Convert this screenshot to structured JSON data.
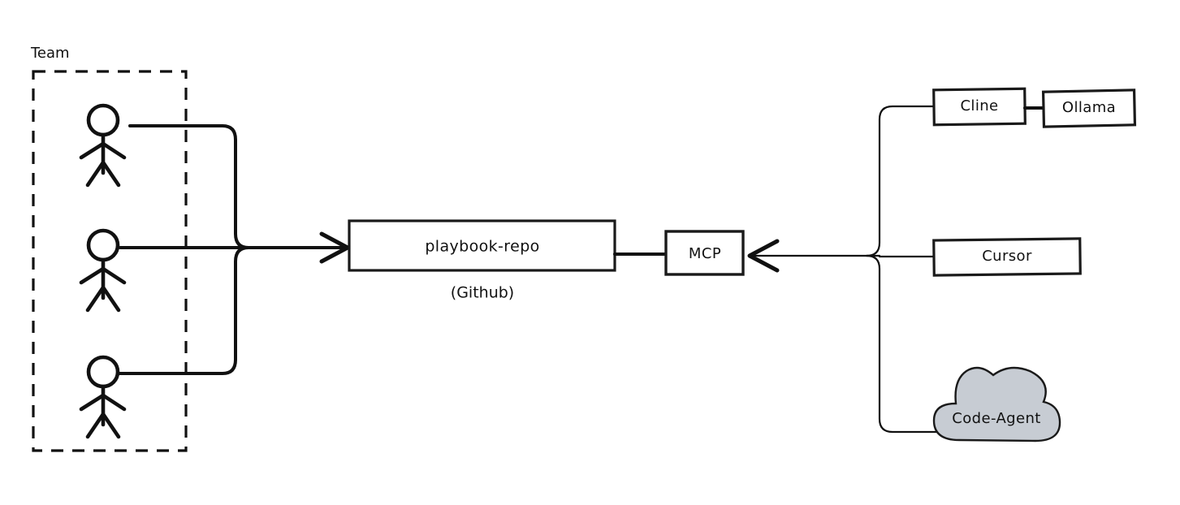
{
  "diagram": {
    "background_color": "#ffffff",
    "stroke_color": "#111111",
    "cloud_fill_color": "#c7ccd3",
    "group": {
      "label": "Team",
      "style": "dashed-rectangle",
      "members": [
        {
          "name": "team-member-1",
          "icon": "stick-figure-icon"
        },
        {
          "name": "team-member-2",
          "icon": "stick-figure-icon"
        },
        {
          "name": "team-member-3",
          "icon": "stick-figure-icon"
        }
      ]
    },
    "nodes": {
      "repo": {
        "label": "playbook-repo",
        "caption": "(Github)",
        "shape": "rectangle"
      },
      "mcp": {
        "label": "MCP",
        "shape": "rectangle"
      },
      "cline": {
        "label": "Cline",
        "shape": "rectangle"
      },
      "ollama": {
        "label": "Ollama",
        "shape": "rectangle"
      },
      "cursor": {
        "label": "Cursor",
        "shape": "rectangle"
      },
      "code_agent": {
        "label": "Code-Agent",
        "shape": "cloud"
      }
    },
    "edges": [
      {
        "from": "team-member-1",
        "to": "playbook-repo",
        "arrow": true
      },
      {
        "from": "team-member-2",
        "to": "playbook-repo",
        "arrow": true
      },
      {
        "from": "team-member-3",
        "to": "playbook-repo",
        "arrow": true
      },
      {
        "from": "playbook-repo",
        "to": "MCP",
        "arrow": false
      },
      {
        "from": "Cline",
        "to": "MCP",
        "arrow": true
      },
      {
        "from": "Cursor",
        "to": "MCP",
        "arrow": true
      },
      {
        "from": "Code-Agent",
        "to": "MCP",
        "arrow": true
      },
      {
        "from": "Cline",
        "to": "Ollama",
        "arrow": false
      }
    ]
  }
}
